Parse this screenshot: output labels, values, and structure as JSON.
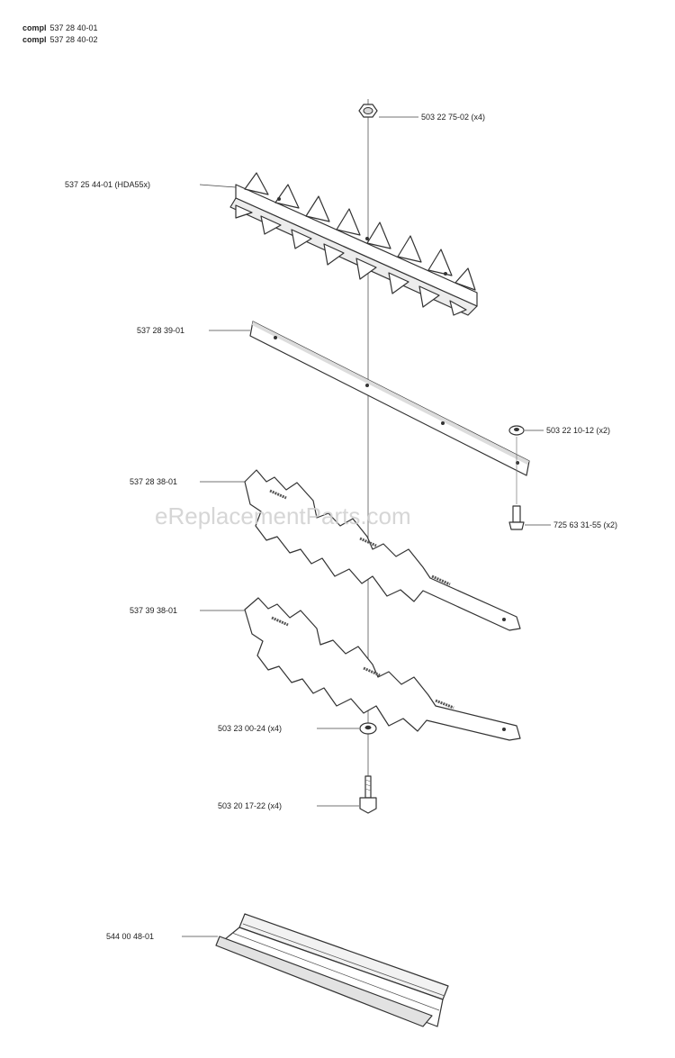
{
  "header": {
    "lines": [
      {
        "prefix": "compl",
        "code": "537 28 40-01"
      },
      {
        "prefix": "compl",
        "code": "537 28 40-02"
      }
    ]
  },
  "parts": [
    {
      "id": "nut-top",
      "label": "503 22 75-02 (x4)"
    },
    {
      "id": "guard-upper",
      "label": "537 25 44-01 (HDA55x)"
    },
    {
      "id": "spacer-bar",
      "label": "537 28 39-01"
    },
    {
      "id": "washer-right",
      "label": "503 22 10-12 (x2)"
    },
    {
      "id": "screw-right",
      "label": "725 63 31-55 (x2)"
    },
    {
      "id": "blade-upper",
      "label": "537 28 38-01"
    },
    {
      "id": "blade-lower",
      "label": "537 39 38-01"
    },
    {
      "id": "washer-bottom",
      "label": "503 23 00-24 (x4)"
    },
    {
      "id": "bolt-bottom",
      "label": "503 20 17-22 (x4)"
    },
    {
      "id": "blade-cover",
      "label": "544 00 48-01"
    }
  ],
  "watermark": "eReplacementParts.com"
}
